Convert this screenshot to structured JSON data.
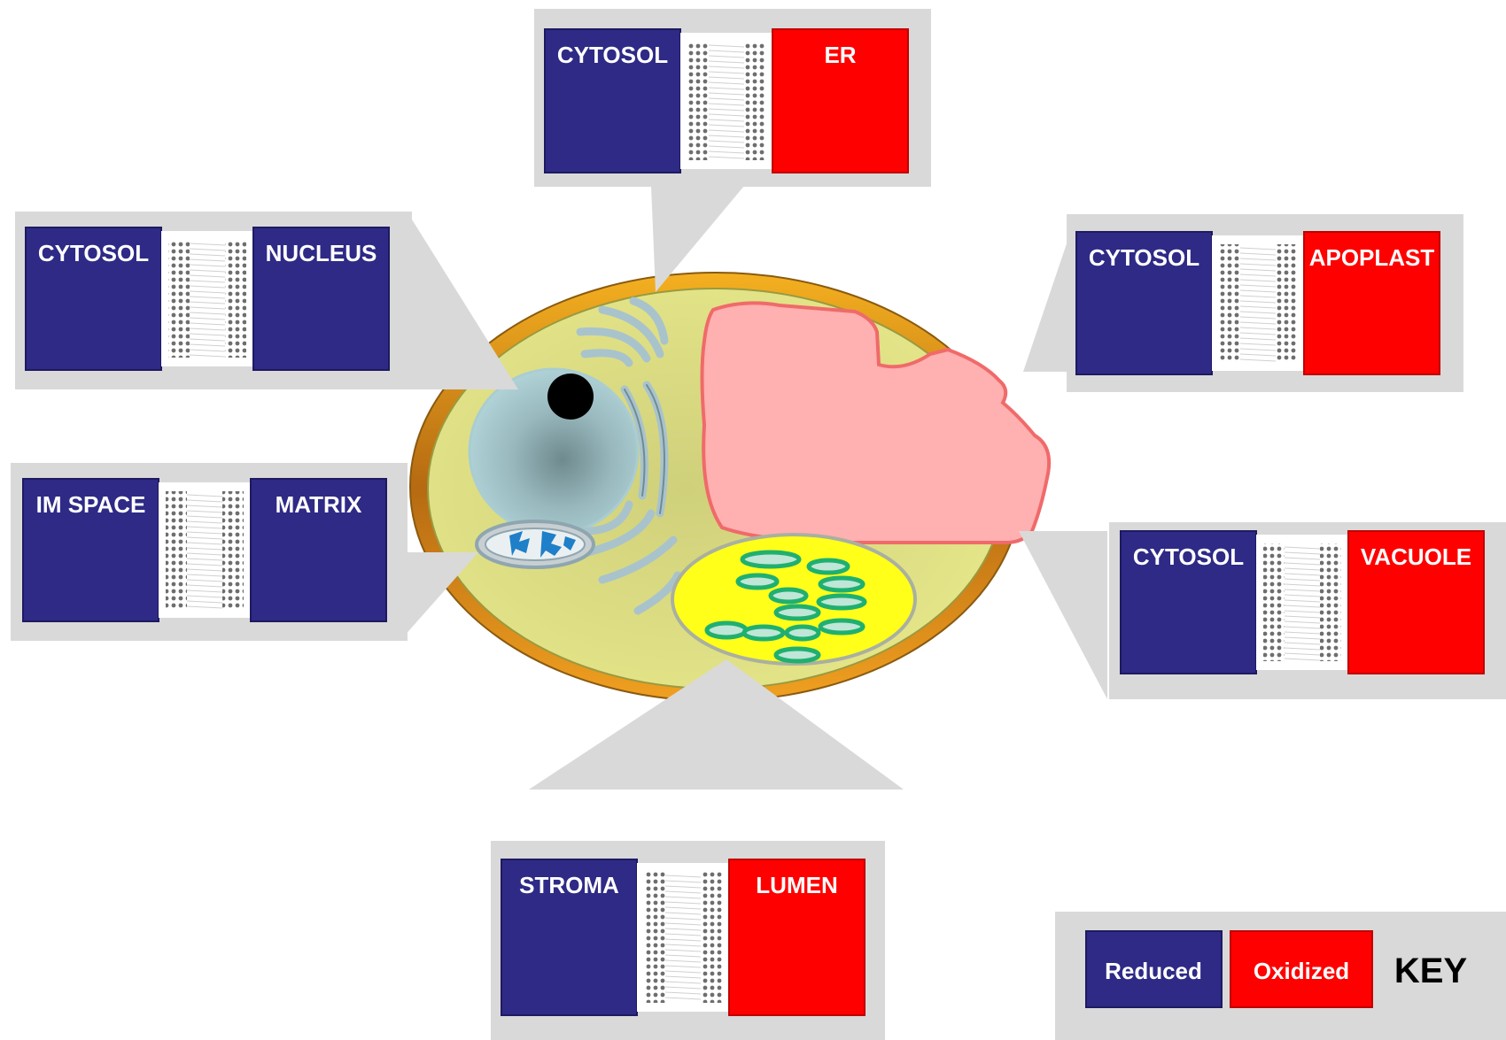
{
  "colors": {
    "reduced": "#2e2a86",
    "oxidized": "#ff0000",
    "panel_bg": "#d9d9d9",
    "cell_wall": "#e0961a",
    "cytoplasm": "#e6e68a",
    "vacuole": "#ffb0b0",
    "nucleus": "#a9cdd2",
    "chloroplast": "#ffff1a",
    "thylakoid": "#1fb070",
    "er": "#a9c3cc",
    "mito_crista": "#1f7fc8"
  },
  "panels": {
    "er": {
      "left": "CYTOSOL",
      "right": "ER",
      "left_state": "reduced",
      "right_state": "oxidized"
    },
    "nucleus": {
      "left": "CYTOSOL",
      "right": "NUCLEUS",
      "left_state": "reduced",
      "right_state": "reduced"
    },
    "apoplast": {
      "left": "CYTOSOL",
      "right": "APOPLAST",
      "left_state": "reduced",
      "right_state": "oxidized"
    },
    "matrix": {
      "left": "IM SPACE",
      "right": "MATRIX",
      "left_state": "reduced",
      "right_state": "reduced"
    },
    "vacuole": {
      "left": "CYTOSOL",
      "right": "VACUOLE",
      "left_state": "reduced",
      "right_state": "oxidized"
    },
    "thylakoid": {
      "left": "STROMA",
      "right": "LUMEN",
      "left_state": "reduced",
      "right_state": "oxidized"
    }
  },
  "key": {
    "title": "KEY",
    "reduced_label": "Reduced",
    "oxidized_label": "Oxidized"
  }
}
